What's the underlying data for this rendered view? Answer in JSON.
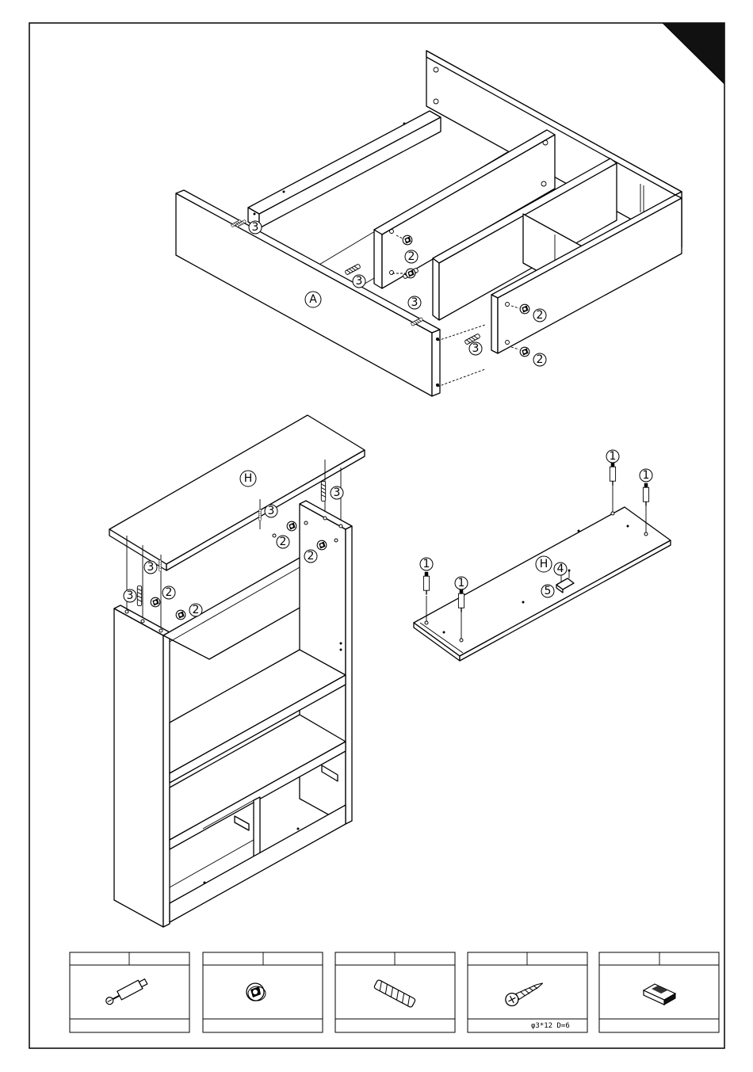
{
  "callouts": {
    "panel_a": "A",
    "panel_h": "H",
    "n1": "1",
    "n2": "2",
    "n3": "3",
    "n4": "4",
    "n5": "5"
  },
  "parts": [
    {
      "icon": "cam-bolt-icon",
      "spec": ""
    },
    {
      "icon": "cam-lock-icon",
      "spec": ""
    },
    {
      "icon": "wood-dowel-icon",
      "spec": ""
    },
    {
      "icon": "screw-icon",
      "spec": "φ3*12 D=6"
    },
    {
      "icon": "shelf-support-clip-icon",
      "spec": ""
    }
  ]
}
